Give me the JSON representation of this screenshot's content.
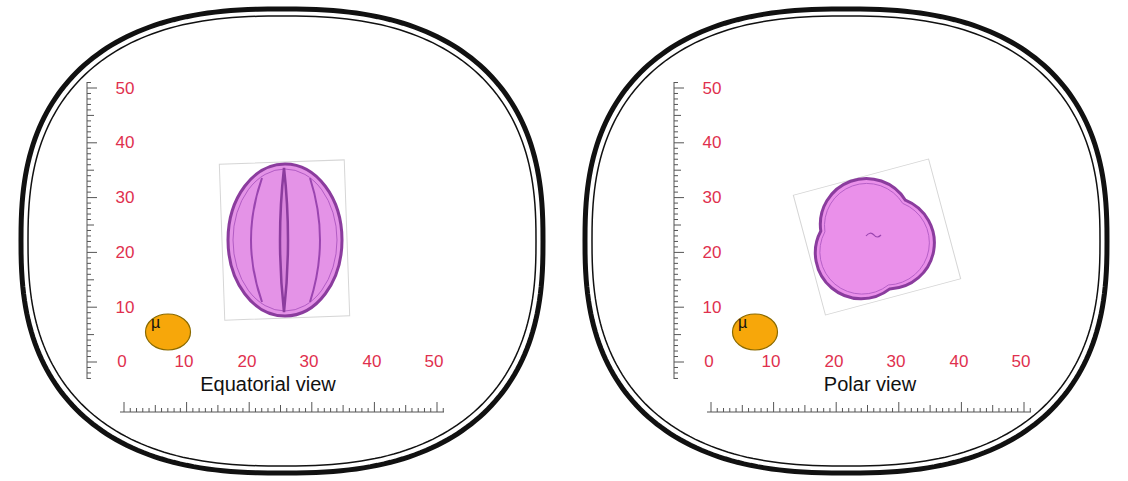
{
  "diagram": {
    "nodes": [
      {
        "text": [
          "Equatorial view"
        ]
      },
      {
        "text": [
          "µ"
        ],
        "in": 0
      },
      {
        "text": [
          "Polar view"
        ]
      },
      {
        "text": [
          "µ"
        ],
        "in": 2
      }
    ],
    "labels": [
      "50",
      "40",
      "30",
      "20",
      "10",
      "0",
      "10",
      "20",
      "30",
      "40",
      "50",
      "50",
      "40",
      "30",
      "20",
      "10",
      "0",
      "10",
      "20",
      "30",
      "40",
      "50"
    ]
  }
}
